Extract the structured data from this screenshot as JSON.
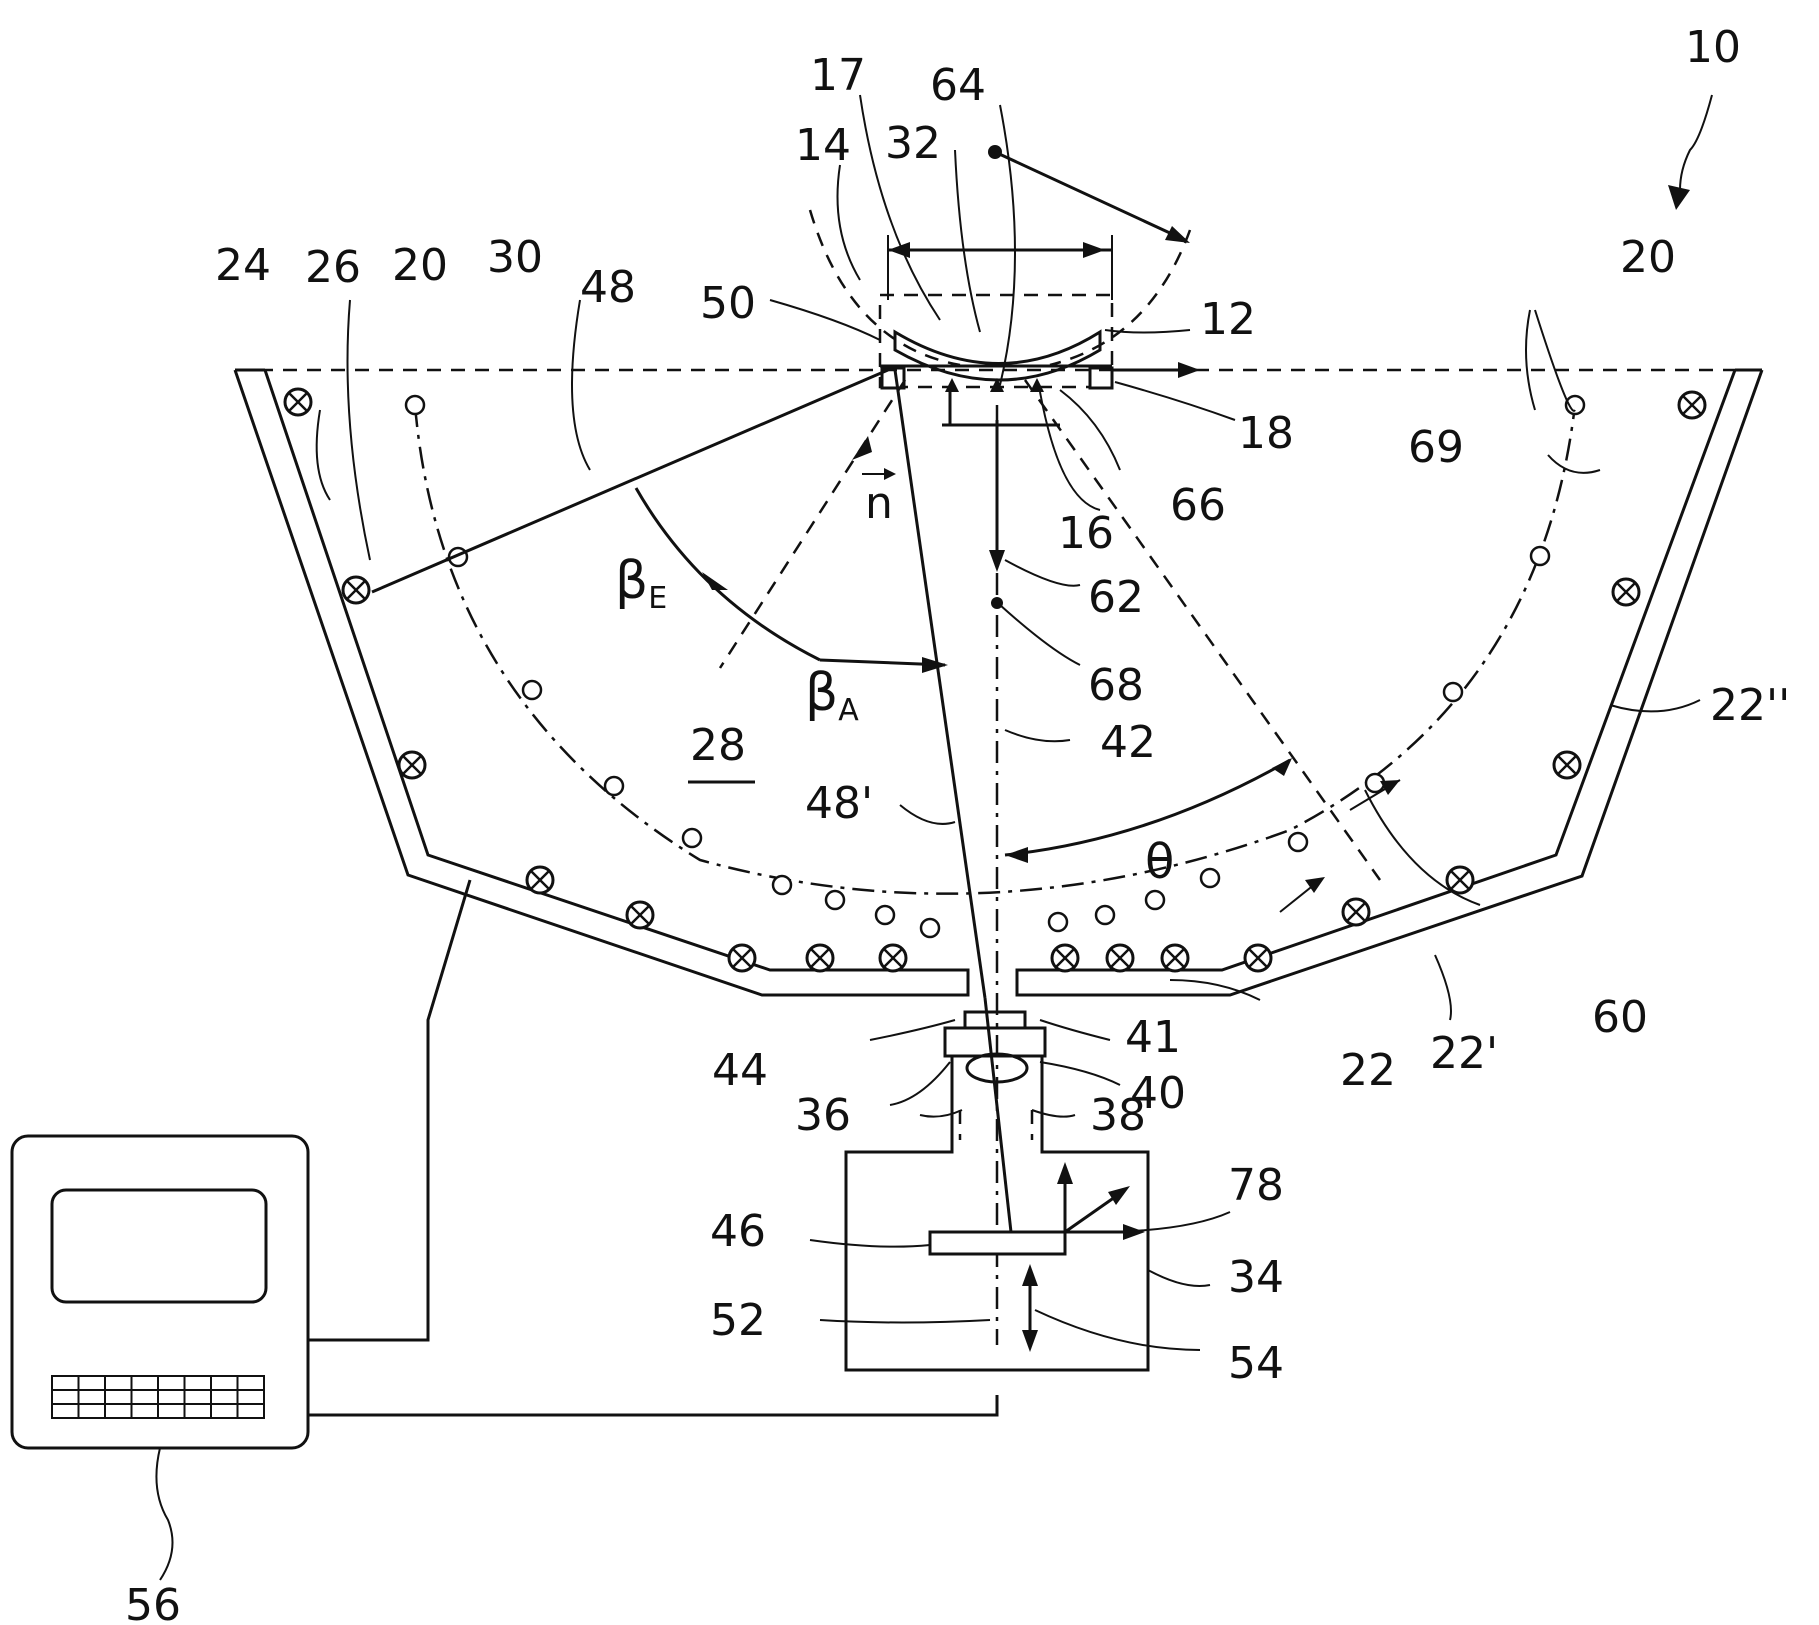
{
  "labels": {
    "n10": "10",
    "n12": "12",
    "n14": "14",
    "n16": "16",
    "n17": "17",
    "n18": "18",
    "n20a": "20",
    "n20b": "20",
    "n22": "22",
    "n22p": "22'",
    "n22pp": "22''",
    "n24": "24",
    "n26": "26",
    "n28": "28",
    "n30": "30",
    "n32": "32",
    "n34": "34",
    "n36": "36",
    "n38": "38",
    "n40": "40",
    "n41": "41",
    "n42": "42",
    "n44": "44",
    "n46": "46",
    "n48": "48",
    "n48p": "48'",
    "n50": "50",
    "n52": "52",
    "n54": "54",
    "n56": "56",
    "n60": "60",
    "n62": "62",
    "n64": "64",
    "n66": "66",
    "n68": "68",
    "n69": "69",
    "n78": "78",
    "beta": "β",
    "sub_e": "E",
    "sub_a": "A",
    "theta": "θ",
    "nvec": "n"
  },
  "icons": {
    "light_source": "circle-cross-icon",
    "detector_ring": "small-circle-icon",
    "computer": "monitor-keyboard-icon"
  }
}
